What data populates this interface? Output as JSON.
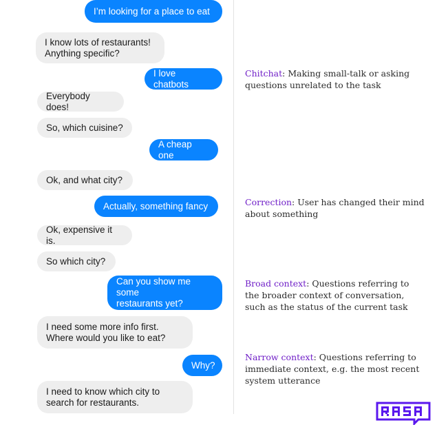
{
  "conversation": [
    {
      "speaker": "user",
      "text": "I’m looking for a place to eat"
    },
    {
      "speaker": "bot",
      "text": "I know lots of restaurants!\nAnything specific?"
    },
    {
      "speaker": "user",
      "text": "I love chatbots"
    },
    {
      "speaker": "bot",
      "text": "Everybody does!"
    },
    {
      "speaker": "bot",
      "text": "So, which cuisine?"
    },
    {
      "speaker": "user",
      "text": "A cheap one"
    },
    {
      "speaker": "bot",
      "text": "Ok, and what city?"
    },
    {
      "speaker": "user",
      "text": "Actually, something fancy"
    },
    {
      "speaker": "bot",
      "text": "Ok, expensive it is."
    },
    {
      "speaker": "bot",
      "text": "So which city?"
    },
    {
      "speaker": "user",
      "text": "Can you show me some\nrestaurants yet?"
    },
    {
      "speaker": "bot",
      "text": "I need some more info first.\nWhere would you like to eat?"
    },
    {
      "speaker": "user",
      "text": "Why?"
    },
    {
      "speaker": "bot",
      "text": "I need to know which city to\nsearch for restaurants."
    }
  ],
  "annotations": [
    {
      "term": "Chitchat",
      "description": ": Making small-talk or asking questions unrelated to the task"
    },
    {
      "term": "Correction",
      "description": ": User has changed their mind about something"
    },
    {
      "term": "Broad context",
      "description": ": Questions referring to the broader context of conversation, such as the status of the current task"
    },
    {
      "term": "Narrow context",
      "description": ": Questions referring to immediate context, e.g. the most recent system utterance"
    }
  ],
  "logo": {
    "text": "RASA"
  },
  "colors": {
    "user_bubble": "#0a84ff",
    "bot_bubble": "#eeeeee",
    "accent_purple": "#6f1ec7",
    "logo_purple": "#5a17ee"
  }
}
